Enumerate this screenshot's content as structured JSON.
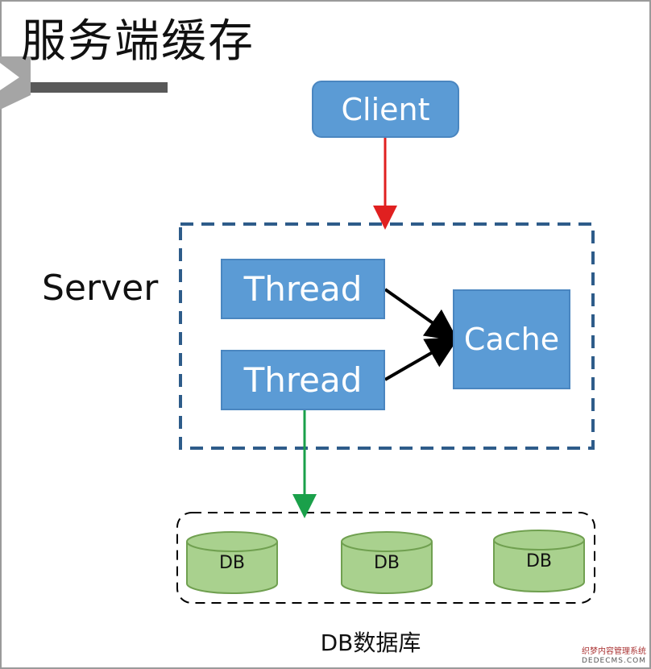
{
  "title": "服务端缓存",
  "server_label": "Server",
  "nodes": {
    "client": "Client",
    "thread_top": "Thread",
    "thread_bottom": "Thread",
    "cache": "Cache"
  },
  "databases": [
    "DB",
    "DB",
    "DB"
  ],
  "db_group_caption": "DB数据库",
  "watermark": {
    "line1": "织梦内容管理系统",
    "line2": "DEDECMS.COM"
  },
  "colors": {
    "box_fill": "#5b9bd5",
    "server_border": "#2e5c8a",
    "db_fill": "#a9d18e",
    "arrow_request": "#e02020",
    "arrow_thread": "#000000",
    "arrow_db": "#1aa04a"
  }
}
